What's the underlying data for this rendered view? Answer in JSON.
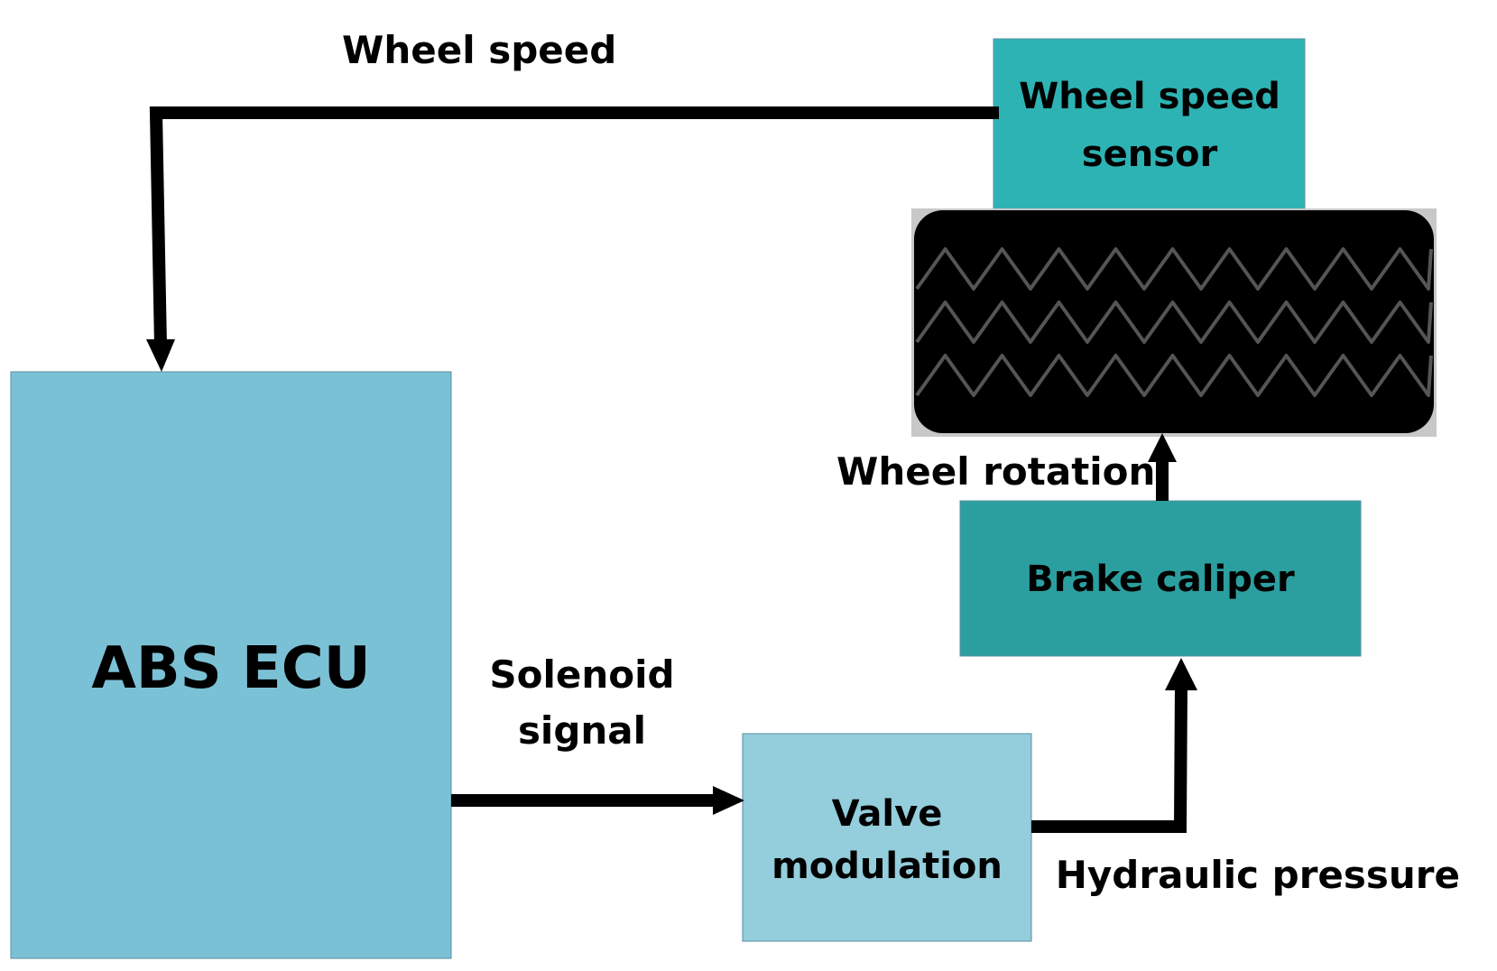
{
  "nodes": {
    "abs_ecu": {
      "label": "ABS ECU"
    },
    "valve_modulation": {
      "lines": [
        "Valve",
        "modulation"
      ]
    },
    "brake_caliper": {
      "label": "Brake caliper"
    },
    "wheel_speed_sensor": {
      "lines": [
        "Wheel speed",
        "sensor"
      ]
    },
    "wheel": {}
  },
  "edges": {
    "wheel_speed": {
      "label": "Wheel speed"
    },
    "solenoid_signal": {
      "lines": [
        "Solenoid",
        "signal"
      ]
    },
    "hydraulic_pressure": {
      "label": "Hydraulic pressure"
    },
    "wheel_rotation": {
      "label": "Wheel rotation"
    }
  },
  "colors": {
    "abs_ecu": "#7bc1d5",
    "valve_modulation": "#94cddb",
    "brake_caliper": "#2b9f9f",
    "wheel_speed_sensor": "#2eb3b4",
    "wheel_body": "#000000",
    "wheel_frame": "#c8c8c8",
    "tread": "#555555",
    "box_border": "#5a8fa0",
    "arrow": "#000000"
  }
}
